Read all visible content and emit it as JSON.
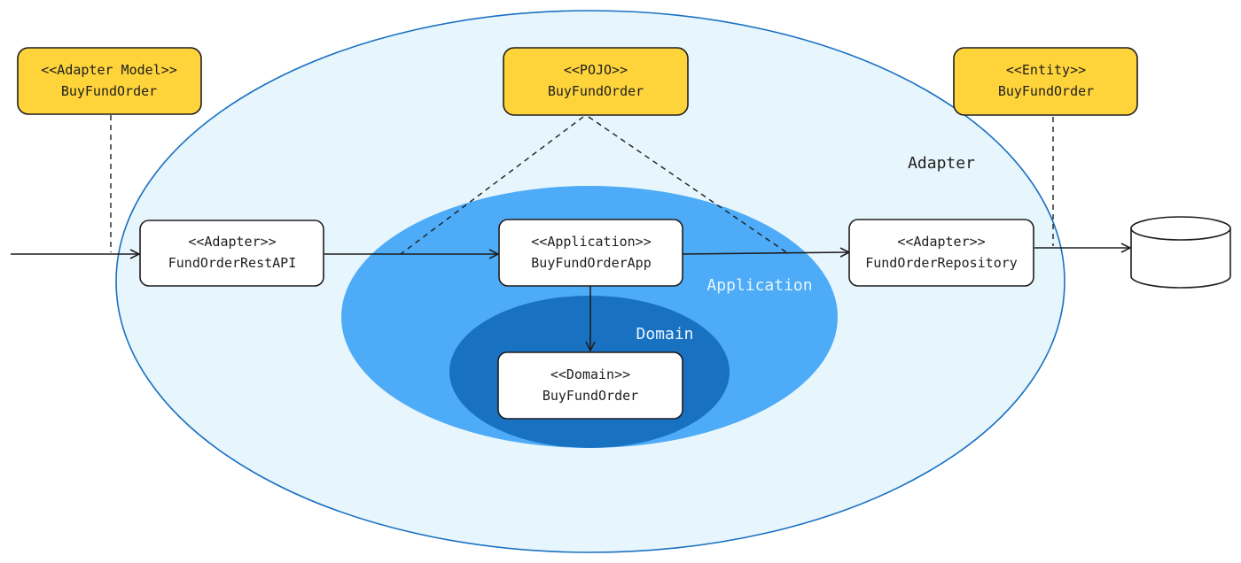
{
  "colors": {
    "adapter_ring": "#e7f5fd",
    "adapter_ring_stroke": "#1971c2",
    "application_ring": "#4dabf7",
    "domain_ring": "#1971c2",
    "model_box": "#ffd43b",
    "component_box": "#ffffff"
  },
  "rings": {
    "adapter": "Adapter",
    "application": "Application",
    "domain": "Domain"
  },
  "models": [
    {
      "stereotype": "<<Adapter Model>>",
      "name": "BuyFundOrder"
    },
    {
      "stereotype": "<<POJO>>",
      "name": "BuyFundOrder"
    },
    {
      "stereotype": "<<Entity>>",
      "name": "BuyFundOrder"
    }
  ],
  "components": [
    {
      "stereotype": "<<Adapter>>",
      "name": "FundOrderRestAPI"
    },
    {
      "stereotype": "<<Application>>",
      "name": "BuyFundOrderApp"
    },
    {
      "stereotype": "<<Adapter>>",
      "name": "FundOrderRepository"
    },
    {
      "stereotype": "<<Domain>>",
      "name": "BuyFundOrder"
    }
  ],
  "database_icon": "database-cylinder-icon"
}
